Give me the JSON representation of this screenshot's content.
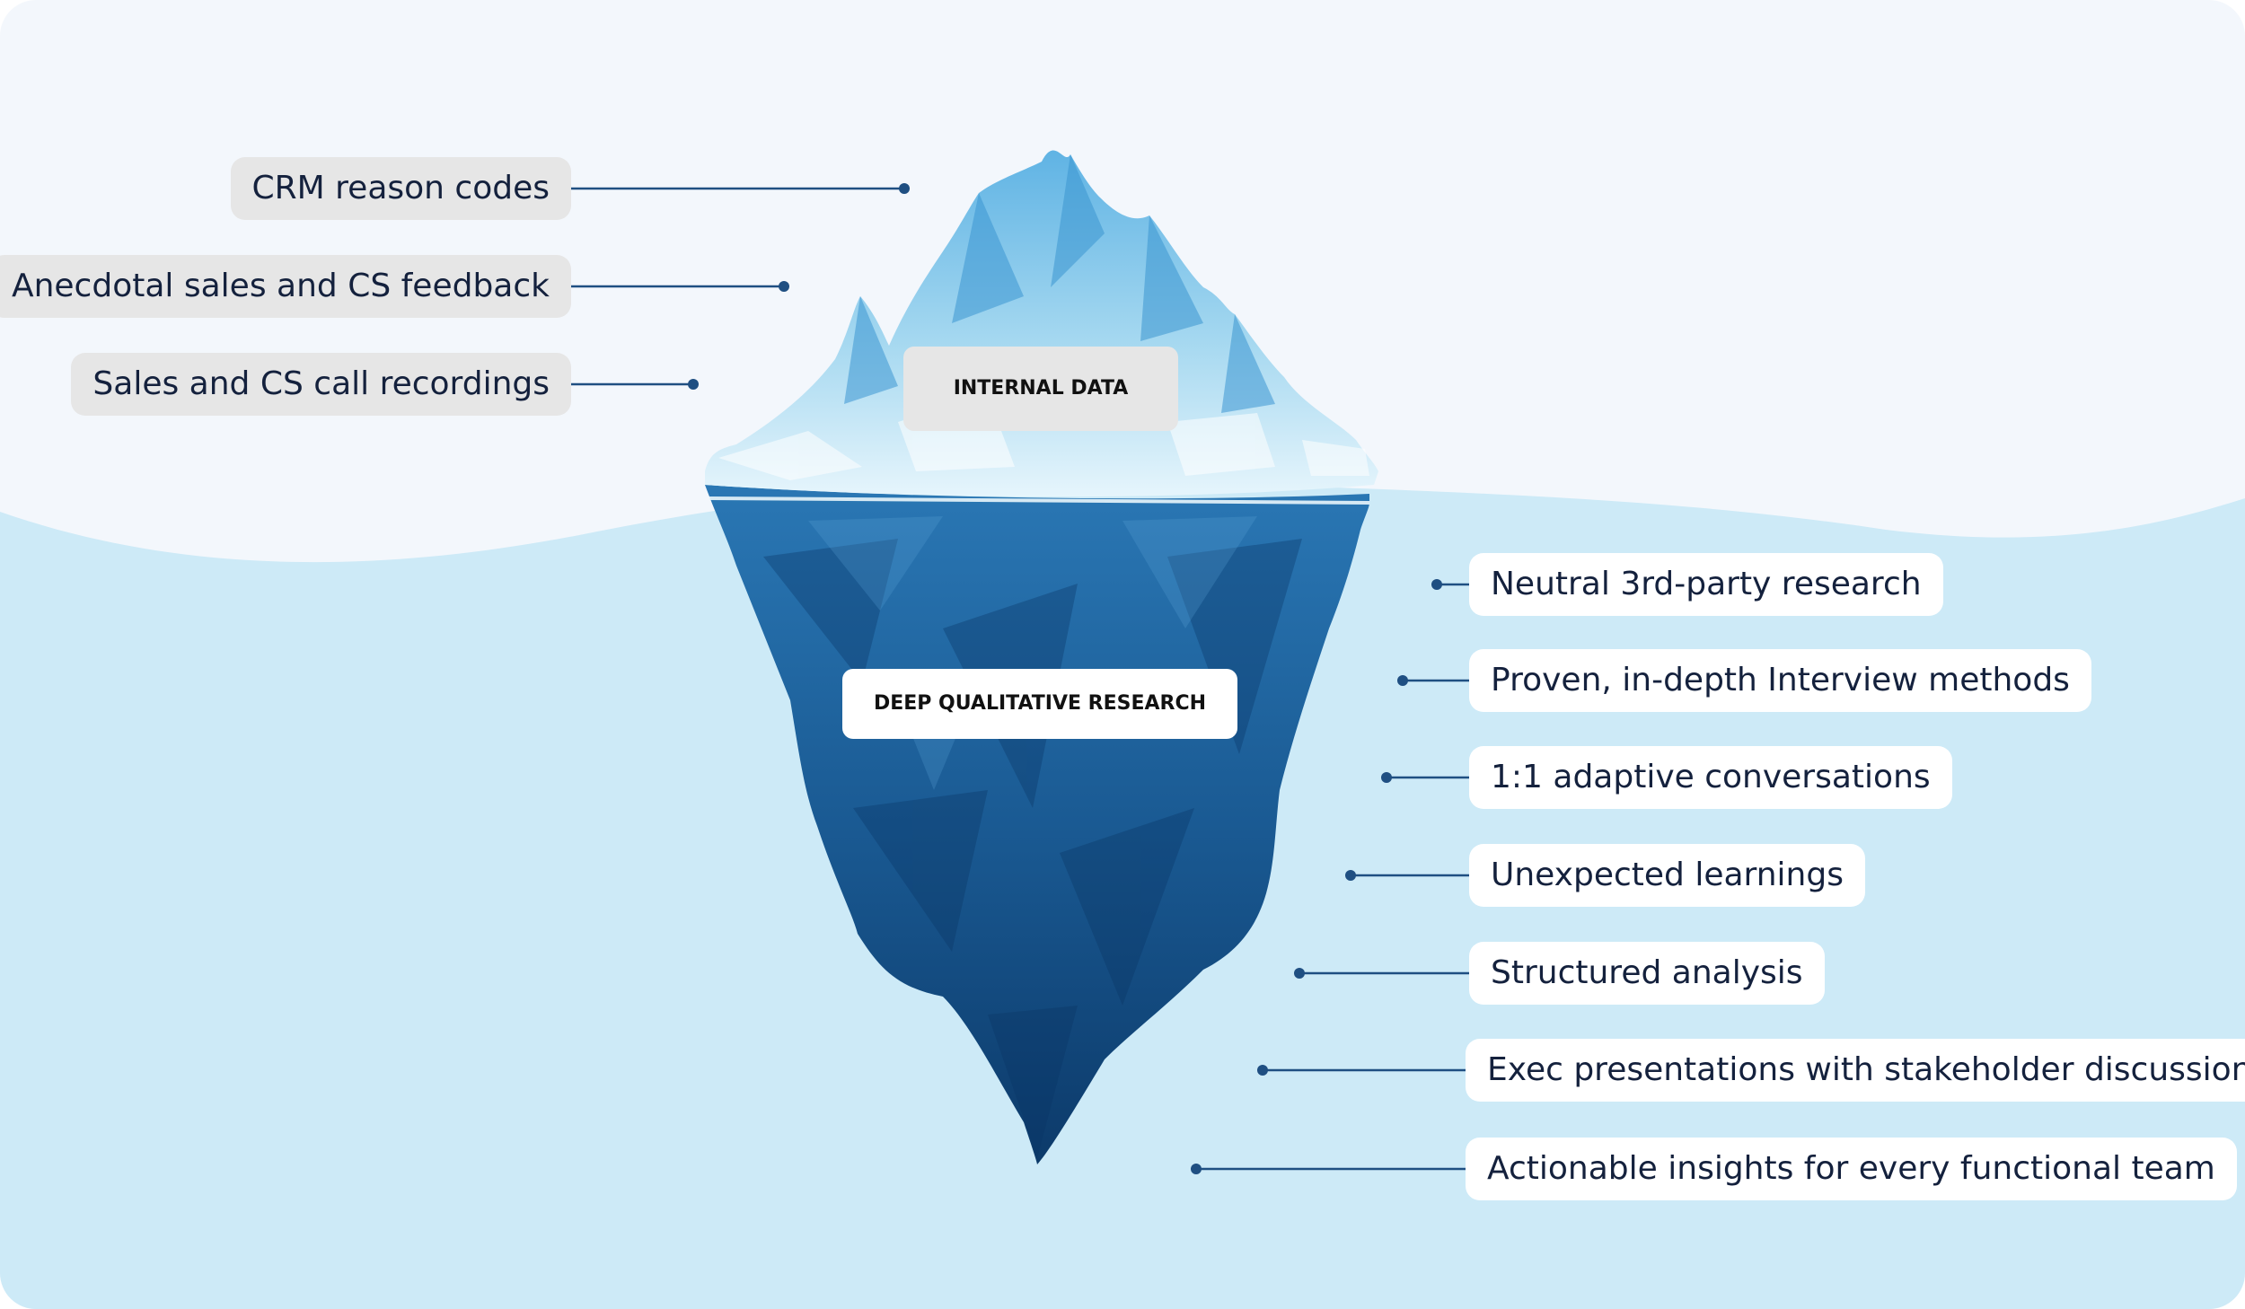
{
  "diagram": {
    "top_section_label": "INTERNAL DATA",
    "bottom_section_label": "DEEP QUALITATIVE RESEARCH",
    "top_items": [
      {
        "label": "CRM reason codes"
      },
      {
        "label": "Anecdotal sales and CS feedback"
      },
      {
        "label": "Sales and CS call recordings"
      }
    ],
    "bottom_items": [
      {
        "label": "Neutral 3rd-party research"
      },
      {
        "label": "Proven, in-depth Interview methods"
      },
      {
        "label": "1:1 adaptive conversations"
      },
      {
        "label": "Unexpected learnings"
      },
      {
        "label": "Structured analysis"
      },
      {
        "label": "Exec presentations with stakeholder discussions"
      },
      {
        "label": "Actionable insights for every functional team"
      }
    ]
  },
  "colors": {
    "sky": "#f3f7fc",
    "water": "#cdeaf7",
    "ice_tip": "#9fd3ee",
    "ice_submerged": "#1c5b93",
    "connector": "#1f4f82",
    "text": "#14213d"
  }
}
